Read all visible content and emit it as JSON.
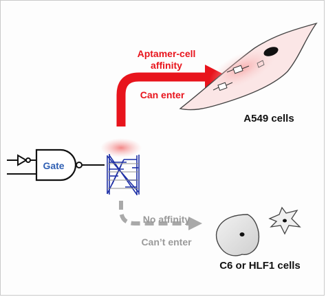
{
  "gate_label": "Gate",
  "red_path": {
    "line1": "Aptamer-cell",
    "line2": "affinity",
    "line3": "Can enter",
    "color": "#e8141c"
  },
  "target_cell": {
    "label": "A549 cells"
  },
  "gray_path": {
    "line1": "No affinity",
    "line2": "Can’t enter",
    "color": "#a9a9a9"
  },
  "other_cells": {
    "label": "C6 or HLF1 cells"
  },
  "colors": {
    "gate_text": "#2f5fb3",
    "dna_strand": "#1d2fa6",
    "glow": "#f5a3a3"
  }
}
